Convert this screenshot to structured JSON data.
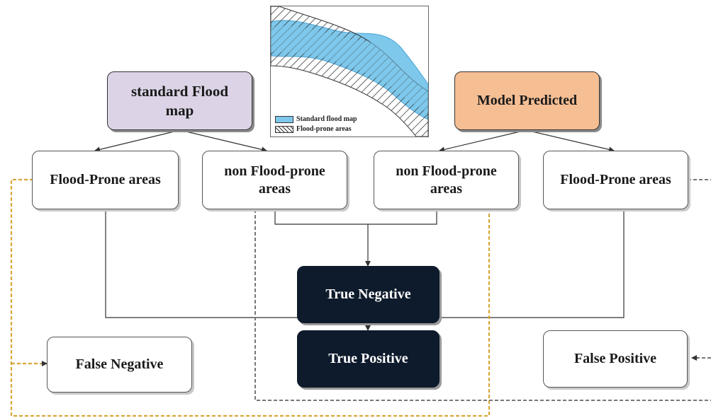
{
  "sources": {
    "standard": "standard Flood map",
    "model": "Model Predicted"
  },
  "categories": {
    "std_flood": "Flood-Prone areas",
    "std_non_flood": "non Flood-prone areas",
    "model_non_flood": "non Flood-prone areas",
    "model_flood": "Flood-Prone areas"
  },
  "outcomes": {
    "true_negative": "True Negative",
    "true_positive": "True Positive",
    "false_negative": "False Negative",
    "false_positive": "False Positive"
  },
  "inset_legend": {
    "standard": "Standard flood map",
    "flood_prone": "Flood-prone areas"
  },
  "colors": {
    "standard_flood_fill": "#7ec8ec",
    "standard_box": "#dcd4e6",
    "model_box": "#f5be93",
    "outcome_dark": "#0e1b2c",
    "dashed_yellow": "#d8a83a",
    "dashed_gray": "#777777"
  }
}
